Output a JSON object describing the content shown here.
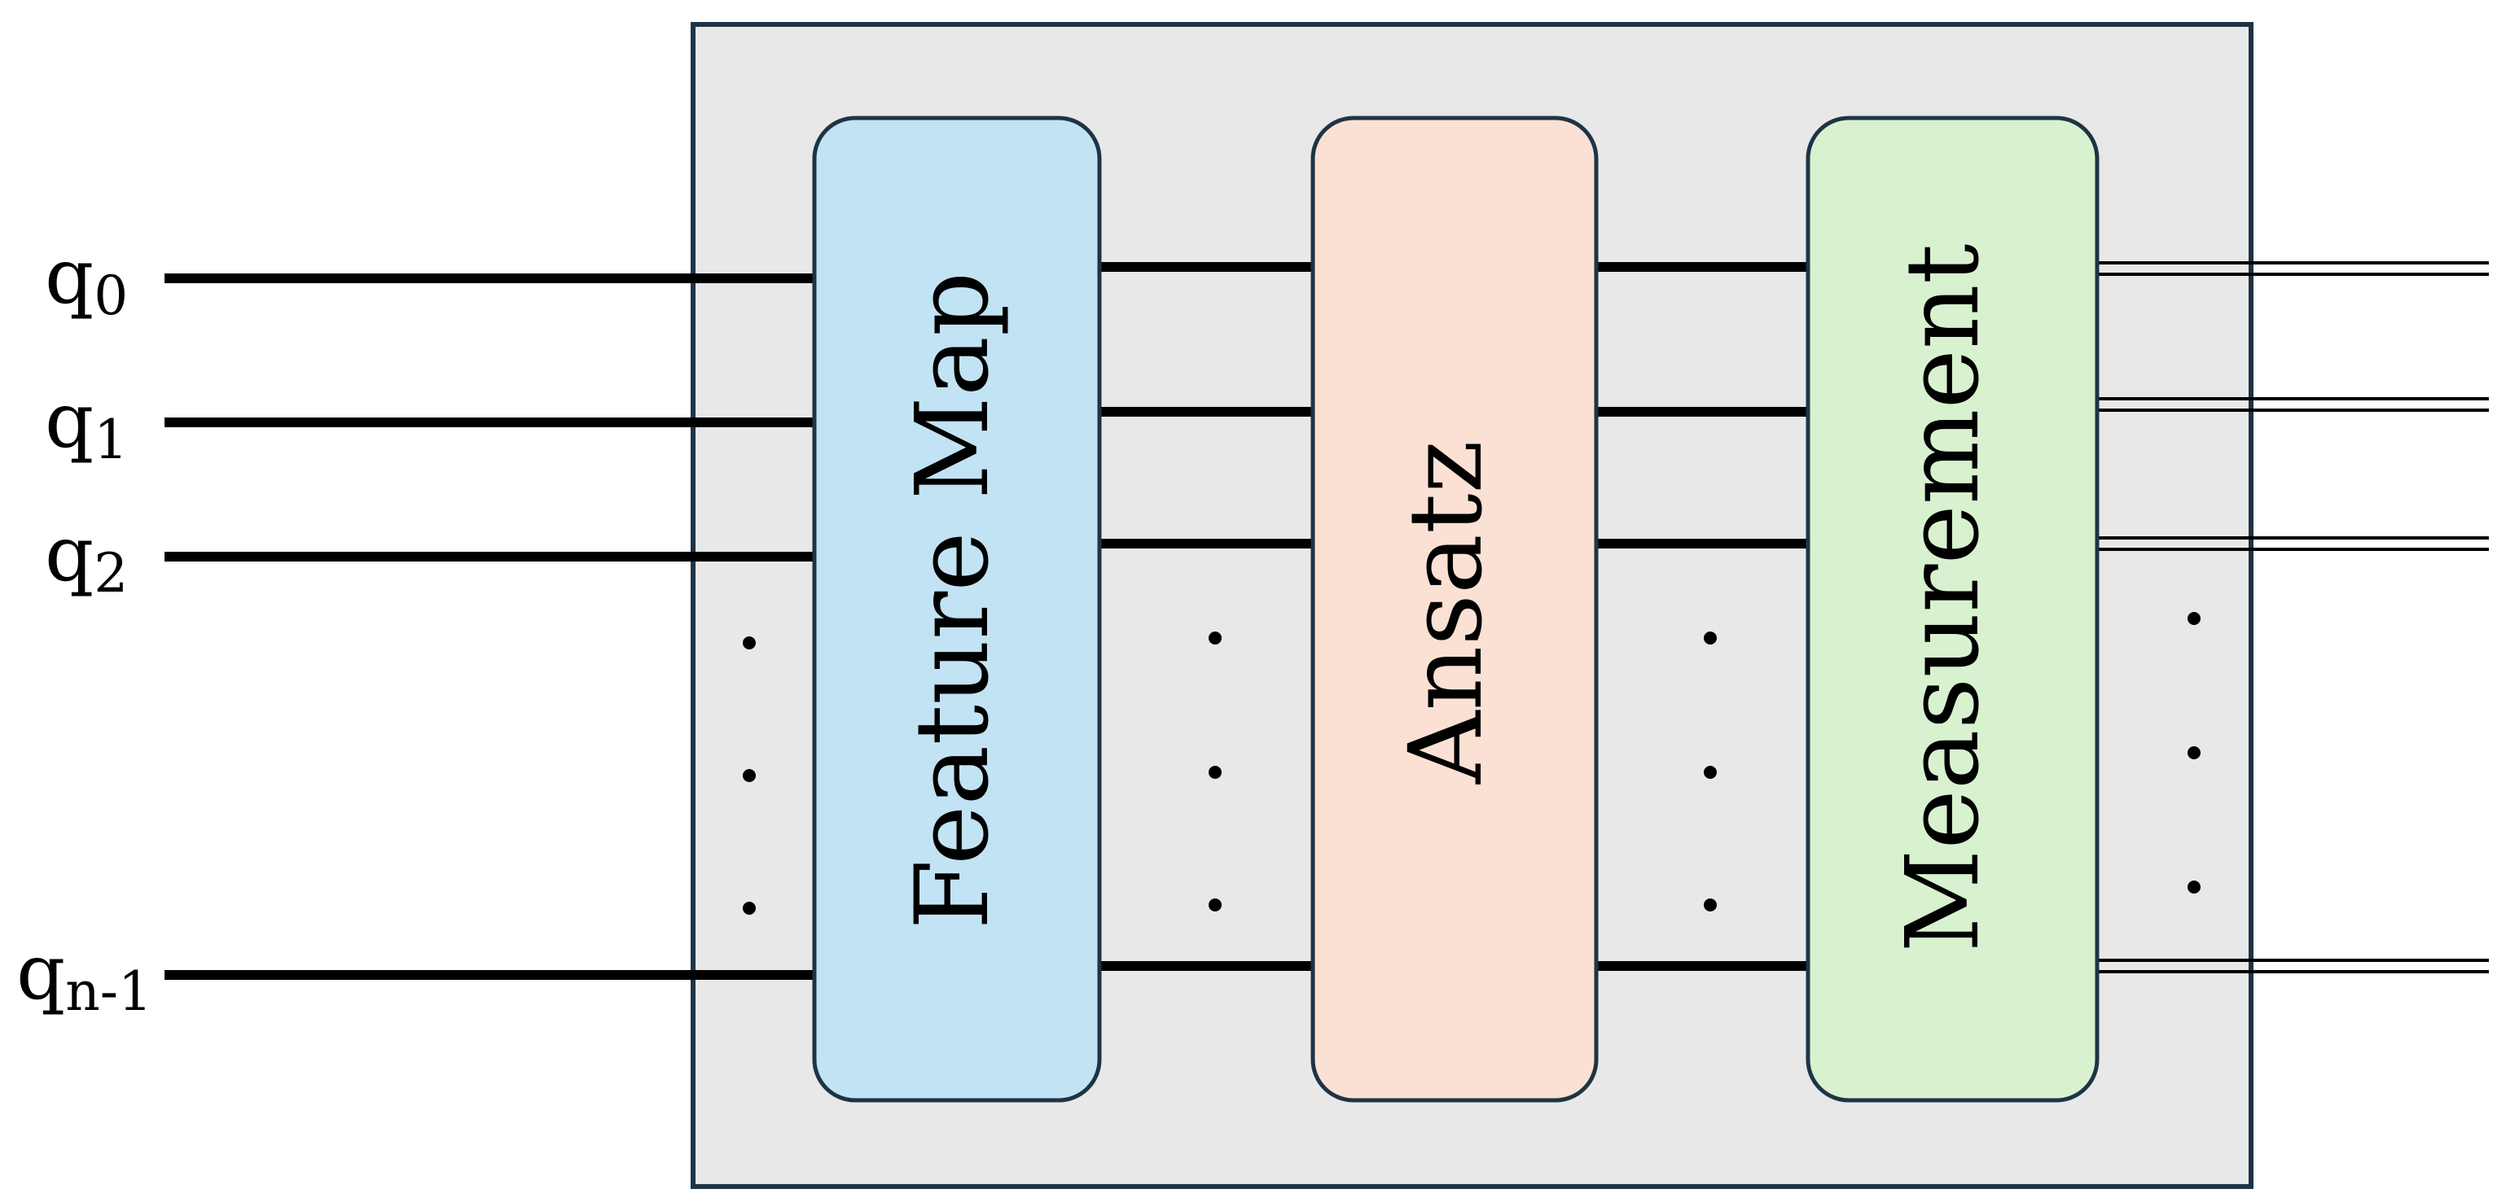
{
  "colors": {
    "background": "#ffffff",
    "container_fill": "#e8e8e8",
    "container_stroke": "#1e3446",
    "wire": "#000000",
    "feature_map_fill": "#c2e3f4",
    "ansatz_fill": "#fbe1d3",
    "measurement_fill": "#d8f2d0",
    "block_stroke": "#1e3446"
  },
  "qubits": [
    {
      "base": "q",
      "sub": "0"
    },
    {
      "base": "q",
      "sub": "1"
    },
    {
      "base": "q",
      "sub": "2"
    },
    {
      "base": "q",
      "sub": "n-1"
    }
  ],
  "blocks": [
    {
      "id": "feature-map",
      "label": "Feature Map",
      "fill_key": "feature_map_fill"
    },
    {
      "id": "ansatz",
      "label": "Ansatz",
      "fill_key": "ansatz_fill"
    },
    {
      "id": "measurement",
      "label": "Measurement",
      "fill_key": "measurement_fill"
    }
  ],
  "ellipsis_columns": 4,
  "output_wires": "classical-double-line"
}
